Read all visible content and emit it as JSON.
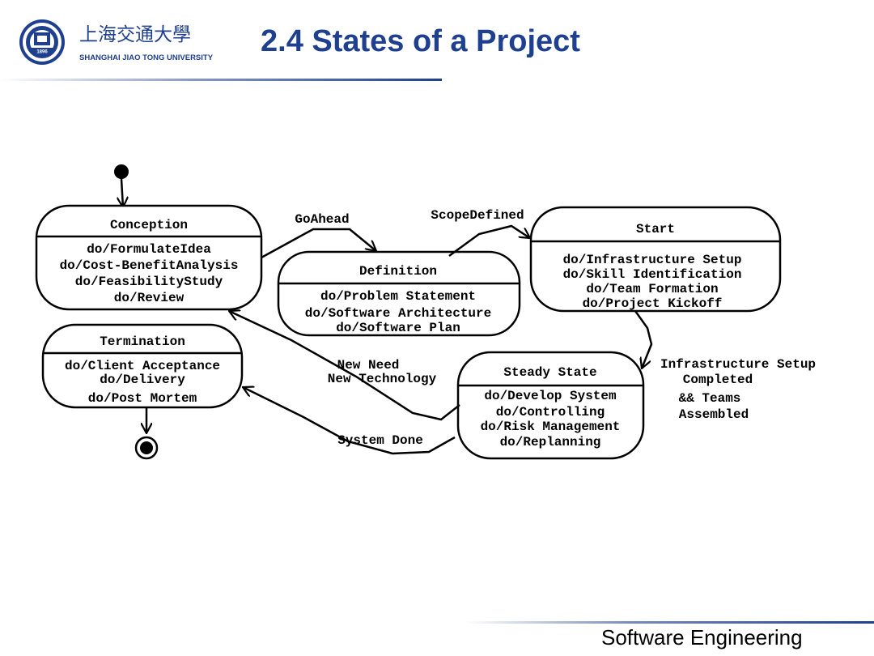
{
  "header": {
    "title": "2.4 States of a Project",
    "logo": {
      "chinese_name": "上海交通大學",
      "english_name": "SHANGHAI JIAO TONG UNIVERSITY",
      "seal_year": "1896",
      "color": "#1f3f8f"
    }
  },
  "diagram": {
    "states": {
      "conception": {
        "name": "Conception",
        "actions": [
          "do/FormulateIdea",
          "do/Cost-BenefitAnalysis",
          "do/FeasibilityStudy",
          "do/Review"
        ]
      },
      "definition": {
        "name": "Definition",
        "actions": [
          "do/Problem Statement",
          "do/Software Architecture",
          "do/Software Plan"
        ]
      },
      "start": {
        "name": "Start",
        "actions": [
          "do/Infrastructure Setup",
          "do/Skill Identification",
          "do/Team Formation",
          "do/Project Kickoff"
        ]
      },
      "termination": {
        "name": "Termination",
        "actions": [
          "do/Client Acceptance",
          "do/Delivery",
          "do/Post Mortem"
        ]
      },
      "steady_state": {
        "name": "Steady State",
        "actions": [
          "do/Develop System",
          "do/Controlling",
          "do/Risk Management",
          "do/Replanning"
        ]
      }
    },
    "transitions": {
      "go_ahead": "GoAhead",
      "scope_defined": "ScopeDefined",
      "infrastructure_done": [
        "Infrastructure Setup",
        "Completed",
        "&& Teams",
        "Assembled"
      ],
      "new_need": [
        "New Need",
        "New Technology"
      ],
      "system_done": "System Done"
    }
  },
  "footer": {
    "course": "Software Engineering"
  }
}
